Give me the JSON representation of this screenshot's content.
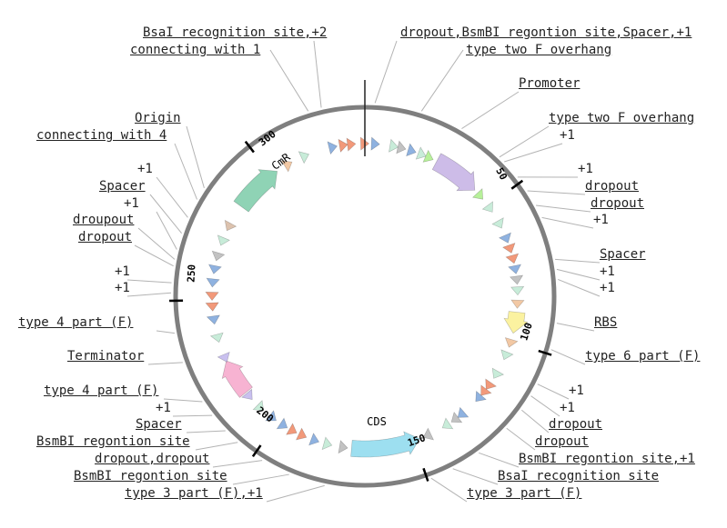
{
  "colors": {
    "ring": "#7f7f7f",
    "leader": "#b3b3b3",
    "tick": "#000000",
    "text": "#222222",
    "purple": "#cdbce8",
    "green_light": "#c8ecd9",
    "green_mid": "#8fd3b5",
    "green_bright": "#b7f09a",
    "blue": "#8fb2e0",
    "orange": "#f2997a",
    "peach": "#f2c8a4",
    "gray": "#c2c2c2",
    "yellow": "#fbf2a0",
    "pink": "#f7b3d2",
    "cyan": "#9ddff0",
    "lavender": "#c9c0ef",
    "tan": "#dcc2ae"
  },
  "ticks": [
    {
      "label": "50"
    },
    {
      "label": "100"
    },
    {
      "label": "150"
    },
    {
      "label": "200"
    },
    {
      "label": "250"
    },
    {
      "label": "300"
    }
  ],
  "feature_text": {
    "cds": "CDS",
    "cmr": "CmR"
  },
  "labels": {
    "bsai_top": [
      "BsaI recognition site",
      ",+2"
    ],
    "connecting_1": [
      "connecting with 1"
    ],
    "dropout_top": [
      "dropout",
      ",",
      "BsmBI regontion site",
      ",",
      "Spacer",
      ",+1"
    ],
    "type2f_top": [
      "type two F overhang"
    ],
    "promoter": [
      "Promoter"
    ],
    "type2f_right": [
      "type two F overhang"
    ],
    "plus1_r1": [
      "+1"
    ],
    "plus1_r2": [
      "+1"
    ],
    "dropout_r1": [
      "dropout"
    ],
    "dropout_r2": [
      "dropout"
    ],
    "plus1_r3": [
      "+1"
    ],
    "spacer_r": [
      "Spacer"
    ],
    "plus1_r4": [
      "+1"
    ],
    "plus1_r5": [
      "+1"
    ],
    "rbs": [
      "RBS"
    ],
    "type6f": [
      "type 6 part (F)"
    ],
    "plus1_r6": [
      "+1"
    ],
    "plus1_r7": [
      "+1"
    ],
    "dropout_r3": [
      "dropout"
    ],
    "dropout_r4": [
      "dropout"
    ],
    "bsmbi_r": [
      "BsmBI regontion site",
      ",+1"
    ],
    "bsai_r": [
      "BsaI recognition site"
    ],
    "type3f_r": [
      "type 3 part (F)"
    ],
    "origin": [
      "Origin"
    ],
    "connecting_4": [
      "connecting with 4"
    ],
    "plus1_l1": [
      "+1"
    ],
    "spacer_l1": [
      "Spacer"
    ],
    "plus1_l2": [
      "+1"
    ],
    "droupout_l": [
      "droupout"
    ],
    "dropout_l1": [
      "dropout"
    ],
    "plus1_l3": [
      "+1"
    ],
    "plus1_l4": [
      "+1"
    ],
    "type4f_l1": [
      "type 4 part (F)"
    ],
    "terminator": [
      "Terminator"
    ],
    "type4f_l2": [
      "type 4 part (F)"
    ],
    "plus1_l5": [
      "+1"
    ],
    "spacer_l2": [
      "Spacer"
    ],
    "bsmbi_l1": [
      "BsmBI regontion site"
    ],
    "dropout_l2": [
      "dropout",
      ",",
      "dropout"
    ],
    "bsmbi_l2": [
      "BsmBI regontion site"
    ],
    "type3f_l": [
      "type 3 part (F)",
      ",+1"
    ]
  }
}
